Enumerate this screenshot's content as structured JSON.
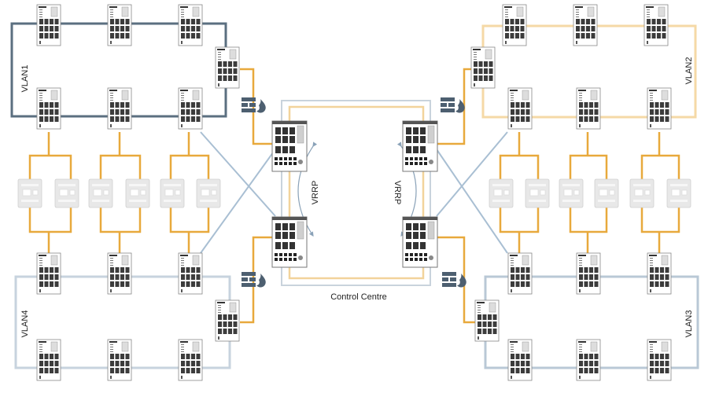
{
  "labels": {
    "vlan1": "VLAN1",
    "vlan2": "VLAN2",
    "vlan3": "VLAN3",
    "vlan4": "VLAN4",
    "vrrp_left": "VRRP",
    "vrrp_right": "VRRP",
    "control_centre": "Control Centre"
  },
  "colors": {
    "vlan1": "#5b6f80",
    "vlan2": "#f5d9a6",
    "vlan3": "#b9c8d6",
    "vlan4": "#c7d3de",
    "orange": "#e8a93c",
    "blue_link": "#a9bfd3",
    "cc_border": "#c9d3dc",
    "cc_inner": "#f2d39b",
    "firewall": "#4d5f70"
  }
}
